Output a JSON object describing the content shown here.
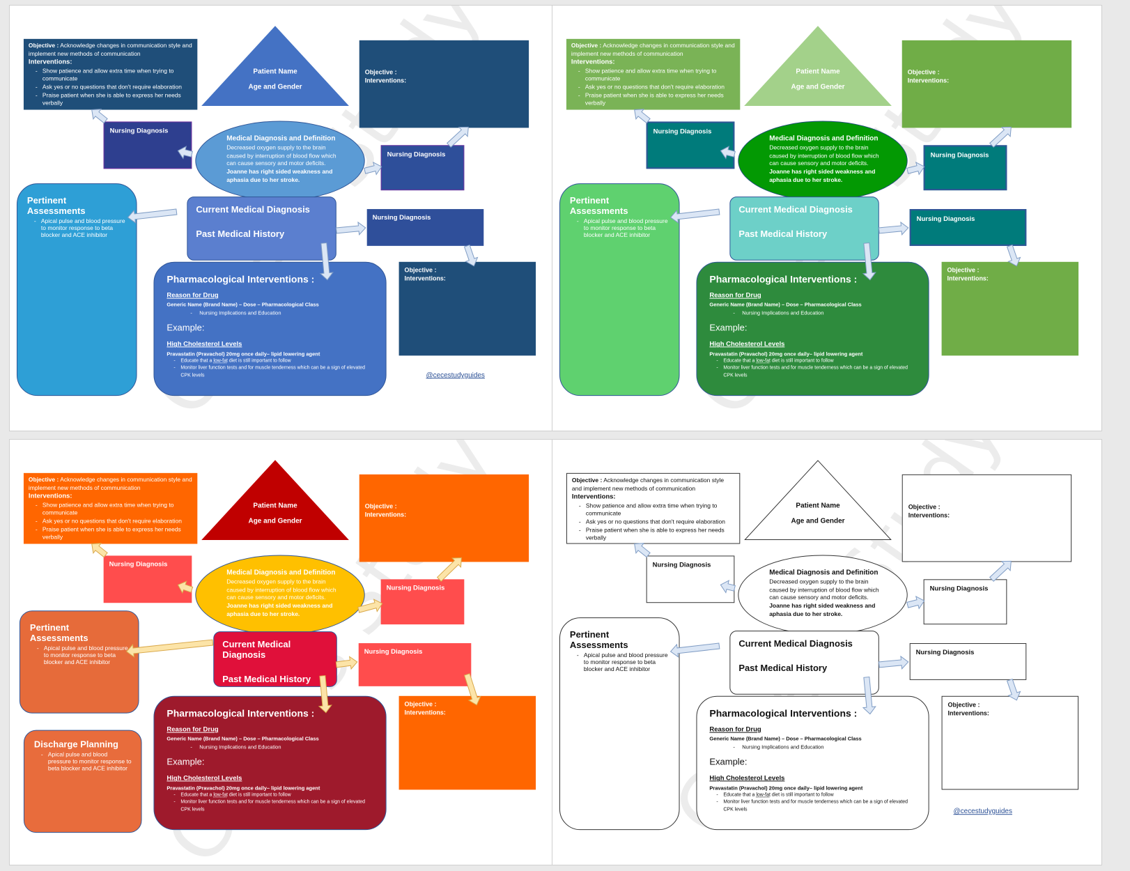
{
  "common": {
    "objective_label": "Objective :",
    "objective_text": "Acknowledge changes in communication style and implement new methods of communication",
    "interventions_label": "Interventions:",
    "interventions": [
      "Show patience and allow extra time when trying to communicate",
      "Ask yes or no questions that don't require elaboration",
      "Praise patient when she is able to express her needs verbally"
    ],
    "patient_name": "Patient Name",
    "age_gender": "Age and Gender",
    "objective_empty": "Objective :",
    "interventions_empty": "Interventions:",
    "nursing_diagnosis": "Nursing Diagnosis",
    "medical_title": "Medical Diagnosis and Definition",
    "medical_def": "Decreased oxygen supply to the brain caused by interruption of blood flow which can cause sensory and motor deficits.",
    "medical_note": "Joanne has right sided weakness and aphasia due to her stroke.",
    "pertinent_title": "Pertinent Assessments",
    "pertinent_item": "Apical pulse and blood pressure to monitor response to beta blocker and ACE inhibitor",
    "current_md": "Current Medical Diagnosis",
    "past_mh": "Past Medical History",
    "pharm_title": "Pharmacological Interventions :",
    "reason_drug": "Reason for Drug",
    "generic_line": "Generic Name (Brand Name) – Dose – Pharmacological Class",
    "nursing_impl": "Nursing Implications and Education",
    "example": "Example:",
    "high_chol": "High Cholesterol Levels",
    "pravastatin": "Pravastatin (Pravachol) 20mg once daily– lipid lowering agent",
    "educate_a": "Educate that a ",
    "low_fat": "low-fat",
    "educate_b": " diet is still important to follow",
    "monitor_liver": "Monitor liver function tests and for muscle tenderness which can be a sign of elevated CPK levels",
    "handle": "@cecestudyguides",
    "discharge_title": "Discharge Planning",
    "discharge_item": "Apical pulse and blood pressure to monitor response to beta blocker and ACE inhibitor",
    "watermark": "Cece's Study Guides"
  },
  "themes": {
    "blue": {
      "obj1": "#1f4e79",
      "tri": "#4472c4",
      "obj2": "#1f4e79",
      "nd1": "#2e3f8f",
      "ell": "#5b9bd5",
      "nd2": "#2e4f9a",
      "pert": "#2e9fd6",
      "cmd": "#5b7fcf",
      "nd3": "#2f4f9a",
      "pharm": "#4472c4",
      "obj3": "#1f4e79",
      "text": "#ffffff",
      "border": "#7030a0",
      "arrow": "#dbe6f5",
      "arrowStroke": "#7f9cc4"
    },
    "green": {
      "obj1": "#7ab356",
      "tri": "#a3d18a",
      "obj2": "#70ad47",
      "nd1": "#007b7b",
      "ell": "#039903",
      "nd2": "#007b7b",
      "pert": "#5fd16f",
      "cmd": "#6dd0c8",
      "nd3": "#007b7b",
      "pharm": "#2e8b3d",
      "obj3": "#70ad47",
      "text": "#ffffff",
      "border": "#2f5597",
      "arrow": "#dbe6f5",
      "arrowStroke": "#7f9cc4"
    },
    "orange": {
      "obj1": "#ff6600",
      "tri": "#c00000",
      "obj2": "#ff6600",
      "nd1": "#ff4d4d",
      "ell": "#ffc000",
      "nd2": "#ff4d4d",
      "pert": "#e66b3a",
      "cmd": "#e0103a",
      "nd3": "#ff4d4d",
      "pharm": "#9e1a2c",
      "obj3": "#ff6600",
      "text": "#ffffff",
      "border": "#ff4d4d",
      "arrow": "#fce4a8",
      "arrowStroke": "#d9a84a"
    },
    "white": {
      "obj1": "#ffffff",
      "tri": "#ffffff",
      "obj2": "#ffffff",
      "nd1": "#ffffff",
      "ell": "#ffffff",
      "nd2": "#ffffff",
      "pert": "#ffffff",
      "cmd": "#ffffff",
      "nd3": "#ffffff",
      "pharm": "#ffffff",
      "obj3": "#ffffff",
      "text": "#111111",
      "border": "#333333",
      "arrow": "#dbe6f5",
      "arrowStroke": "#7f9cc4"
    }
  }
}
